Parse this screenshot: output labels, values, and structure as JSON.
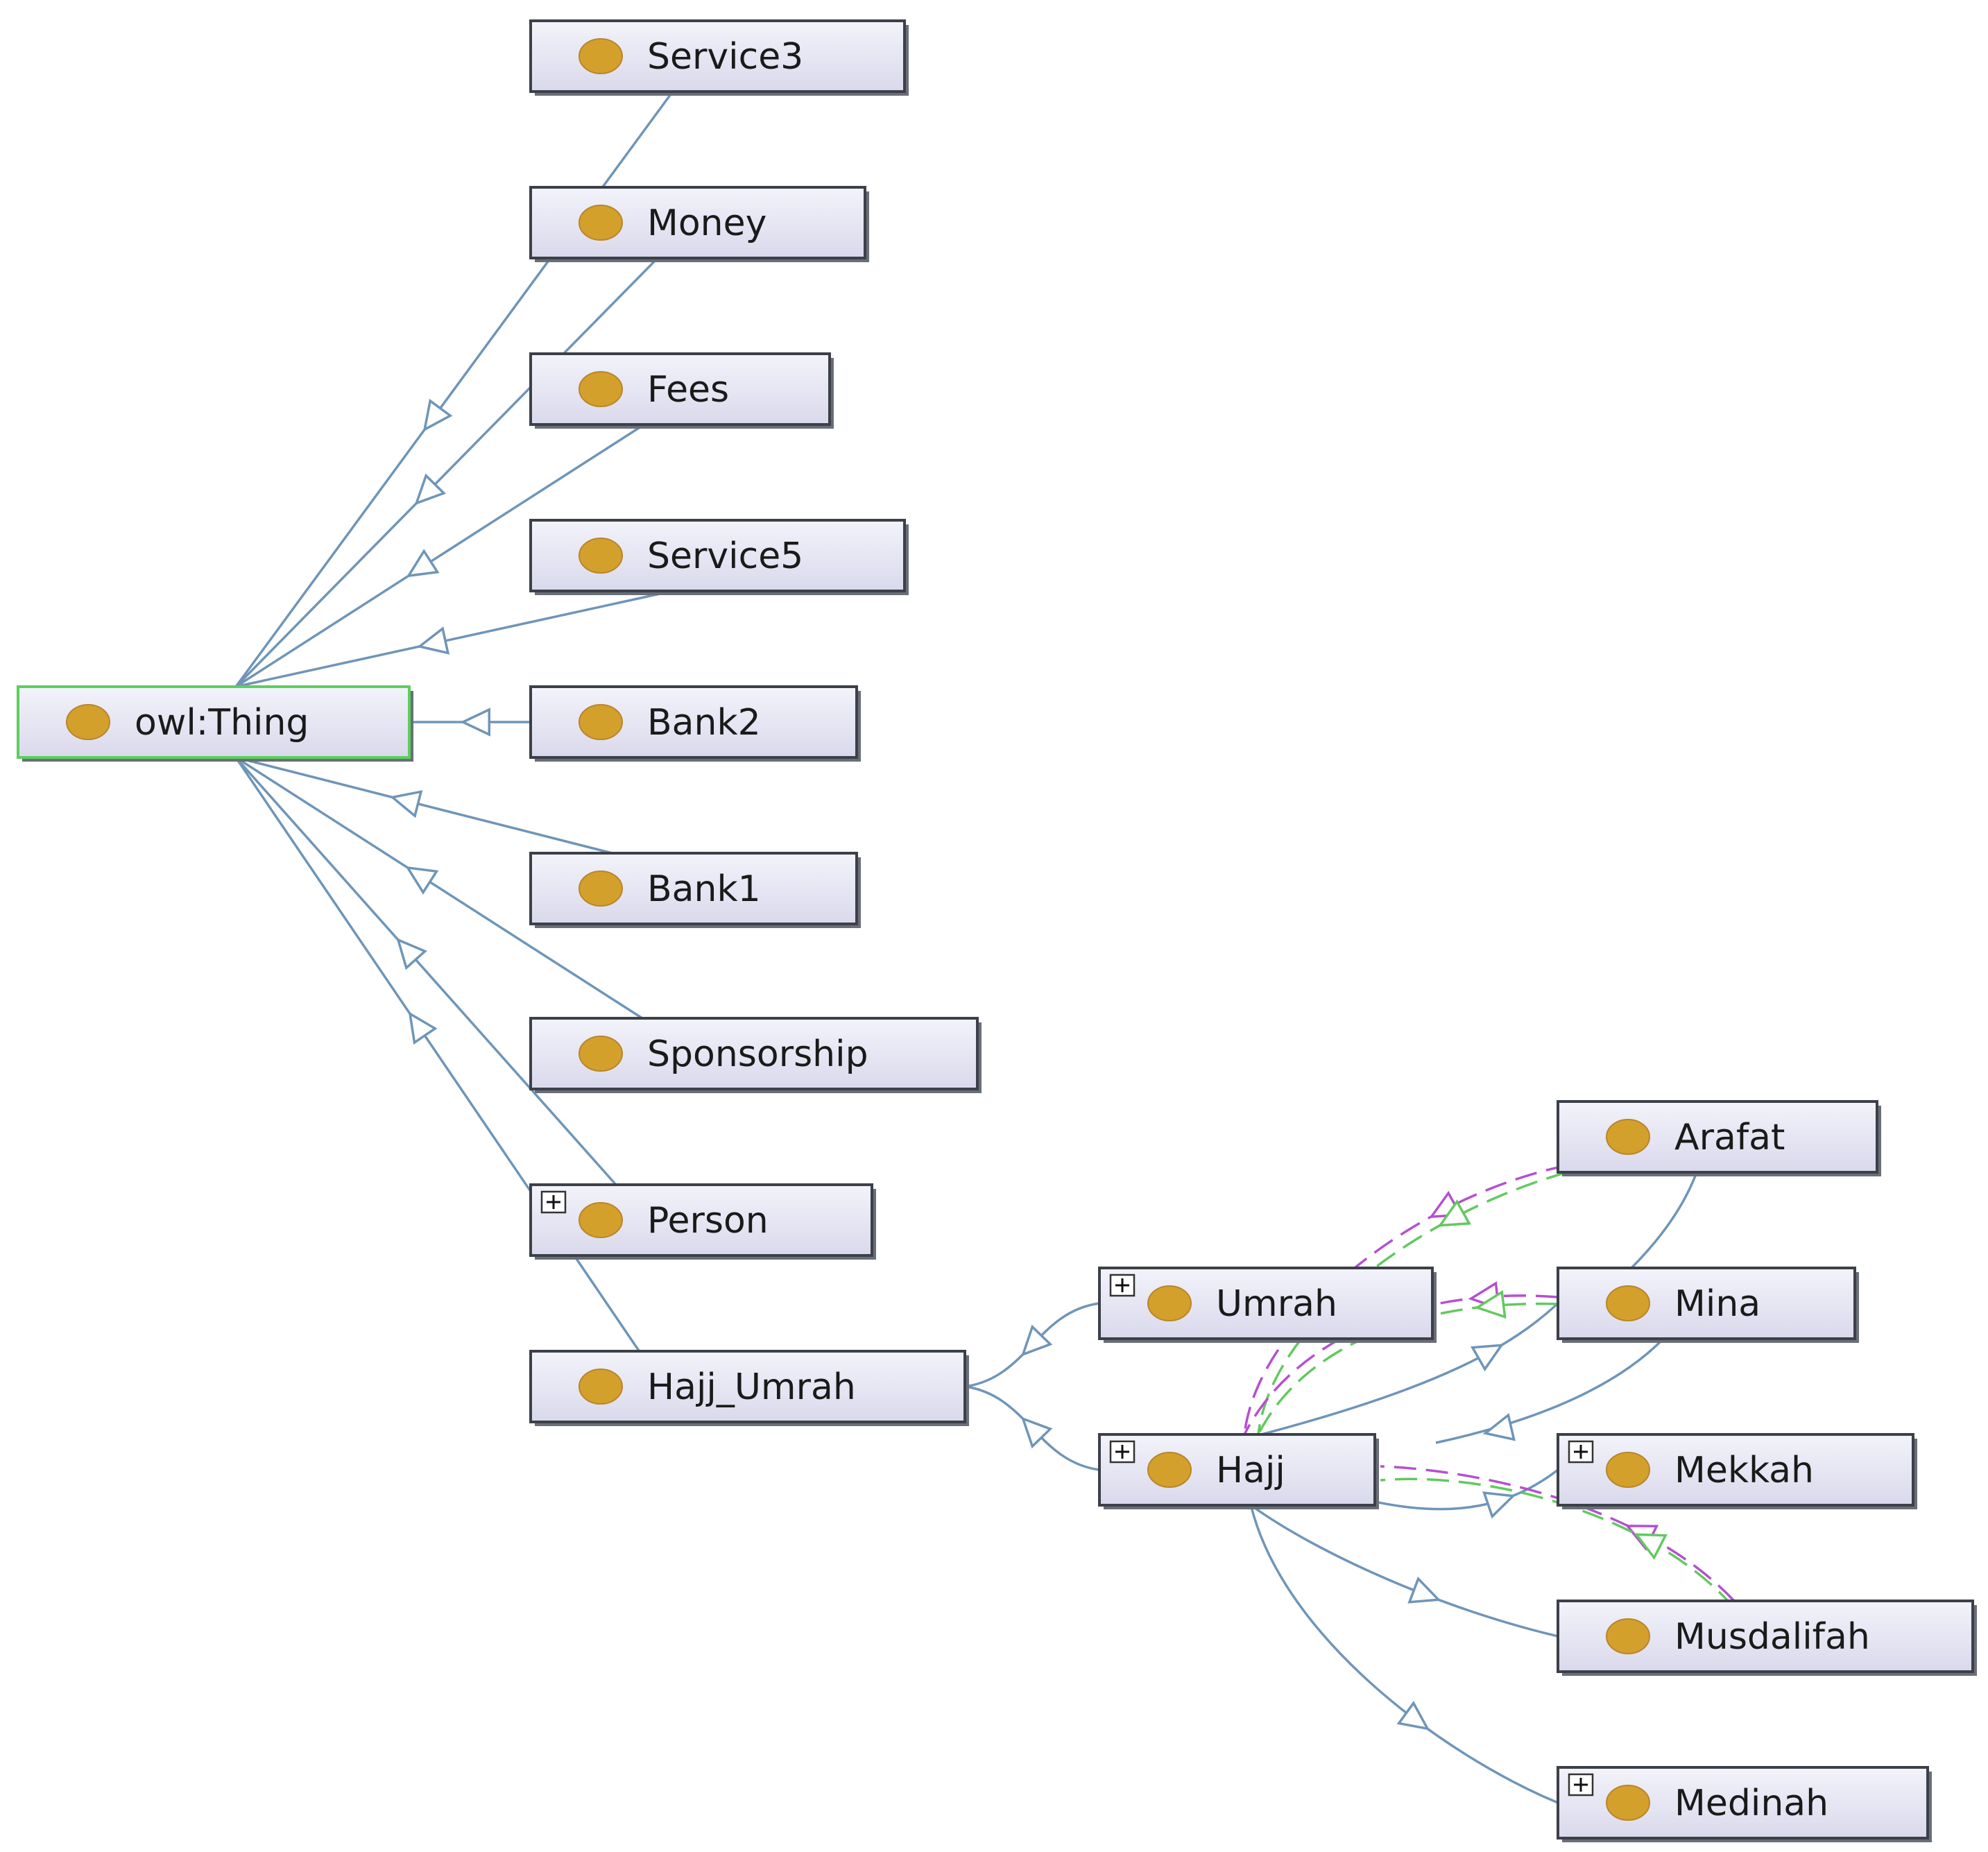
{
  "colors": {
    "node_fill_top": "#f3f3fb",
    "node_fill_bottom": "#d9d9ec",
    "node_border": "#3c4048",
    "root_border": "#5ccf5c",
    "dot": "#d4a02c",
    "edge": "#6f95b8",
    "dashed_purple": "#b64fd2",
    "dashed_green": "#62c95f"
  },
  "root": {
    "id": "owl_thing",
    "label": "owl:Thing",
    "icon": "class-dot-icon"
  },
  "nodes": [
    {
      "id": "service3",
      "label": "Service3",
      "expandable": false
    },
    {
      "id": "money",
      "label": "Money",
      "expandable": false
    },
    {
      "id": "fees",
      "label": "Fees",
      "expandable": false
    },
    {
      "id": "service5",
      "label": "Service5",
      "expandable": false
    },
    {
      "id": "bank2",
      "label": "Bank2",
      "expandable": false
    },
    {
      "id": "bank1",
      "label": "Bank1",
      "expandable": false
    },
    {
      "id": "sponsorship",
      "label": "Sponsorship",
      "expandable": false
    },
    {
      "id": "person",
      "label": "Person",
      "expandable": true
    },
    {
      "id": "hajj_umrah",
      "label": "Hajj_Umrah",
      "expandable": false
    },
    {
      "id": "umrah",
      "label": "Umrah",
      "expandable": true
    },
    {
      "id": "hajj",
      "label": "Hajj",
      "expandable": true
    },
    {
      "id": "arafat",
      "label": "Arafat",
      "expandable": false
    },
    {
      "id": "mina",
      "label": "Mina",
      "expandable": false
    },
    {
      "id": "mekkah",
      "label": "Mekkah",
      "expandable": true
    },
    {
      "id": "musdalifah",
      "label": "Musdalifah",
      "expandable": false
    },
    {
      "id": "medinah",
      "label": "Medinah",
      "expandable": true
    }
  ],
  "subclass_edges": [
    {
      "from": "owl_thing",
      "to": "service3"
    },
    {
      "from": "owl_thing",
      "to": "money"
    },
    {
      "from": "owl_thing",
      "to": "fees"
    },
    {
      "from": "owl_thing",
      "to": "service5"
    },
    {
      "from": "owl_thing",
      "to": "bank2"
    },
    {
      "from": "owl_thing",
      "to": "bank1"
    },
    {
      "from": "owl_thing",
      "to": "sponsorship"
    },
    {
      "from": "owl_thing",
      "to": "person"
    },
    {
      "from": "owl_thing",
      "to": "hajj_umrah"
    },
    {
      "from": "hajj_umrah",
      "to": "umrah"
    },
    {
      "from": "hajj_umrah",
      "to": "hajj"
    },
    {
      "from": "hajj",
      "to": "arafat"
    },
    {
      "from": "hajj",
      "to": "mina"
    },
    {
      "from": "hajj",
      "to": "mekkah"
    },
    {
      "from": "hajj",
      "to": "musdalifah"
    },
    {
      "from": "hajj",
      "to": "medinah"
    }
  ],
  "property_edges": [
    {
      "from": "arafat",
      "to": "hajj",
      "style": "purple"
    },
    {
      "from": "arafat",
      "to": "hajj",
      "style": "green"
    },
    {
      "from": "mina",
      "to": "hajj",
      "style": "purple"
    },
    {
      "from": "mina",
      "to": "hajj",
      "style": "green"
    },
    {
      "from": "musdalifah",
      "to": "hajj",
      "style": "purple"
    },
    {
      "from": "musdalifah",
      "to": "hajj",
      "style": "green"
    }
  ]
}
